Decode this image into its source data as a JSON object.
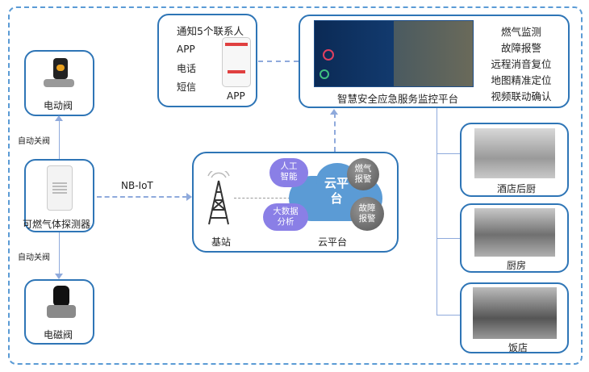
{
  "devices": {
    "valve_top": "电动阀",
    "auto_close_top": "自动关阀",
    "detector": "可燃气体探测器",
    "auto_close_bottom": "自动关阀",
    "valve_bottom": "电磁阀"
  },
  "link_label": "NB-IoT",
  "notify": {
    "title": "通知5个联系人",
    "items": [
      "APP",
      "电话",
      "短信"
    ],
    "phone_label": "APP"
  },
  "platform": {
    "title": "智慧安全应急服务监控平台",
    "features": [
      "燃气监测",
      "故障报警",
      "远程消音复位",
      "地图精准定位",
      "视频联动确认"
    ]
  },
  "cloud": {
    "station_label": "基站",
    "cloud_center": [
      "云平",
      "台"
    ],
    "ai": [
      "人工",
      "智能"
    ],
    "bigdata": [
      "大数据",
      "分析"
    ],
    "gas_alarm": [
      "燃气",
      "报警"
    ],
    "fault_alarm": [
      "故障",
      "报警"
    ],
    "box_label": "云平台"
  },
  "sites": [
    "酒店后厨",
    "厨房",
    "饭店"
  ],
  "colors": {
    "border": "#2e75b6",
    "dash": "#8faadc",
    "cloud": "#5b9bd5",
    "bubble": "#8a7fe6",
    "gray": "#6d6d6d"
  }
}
